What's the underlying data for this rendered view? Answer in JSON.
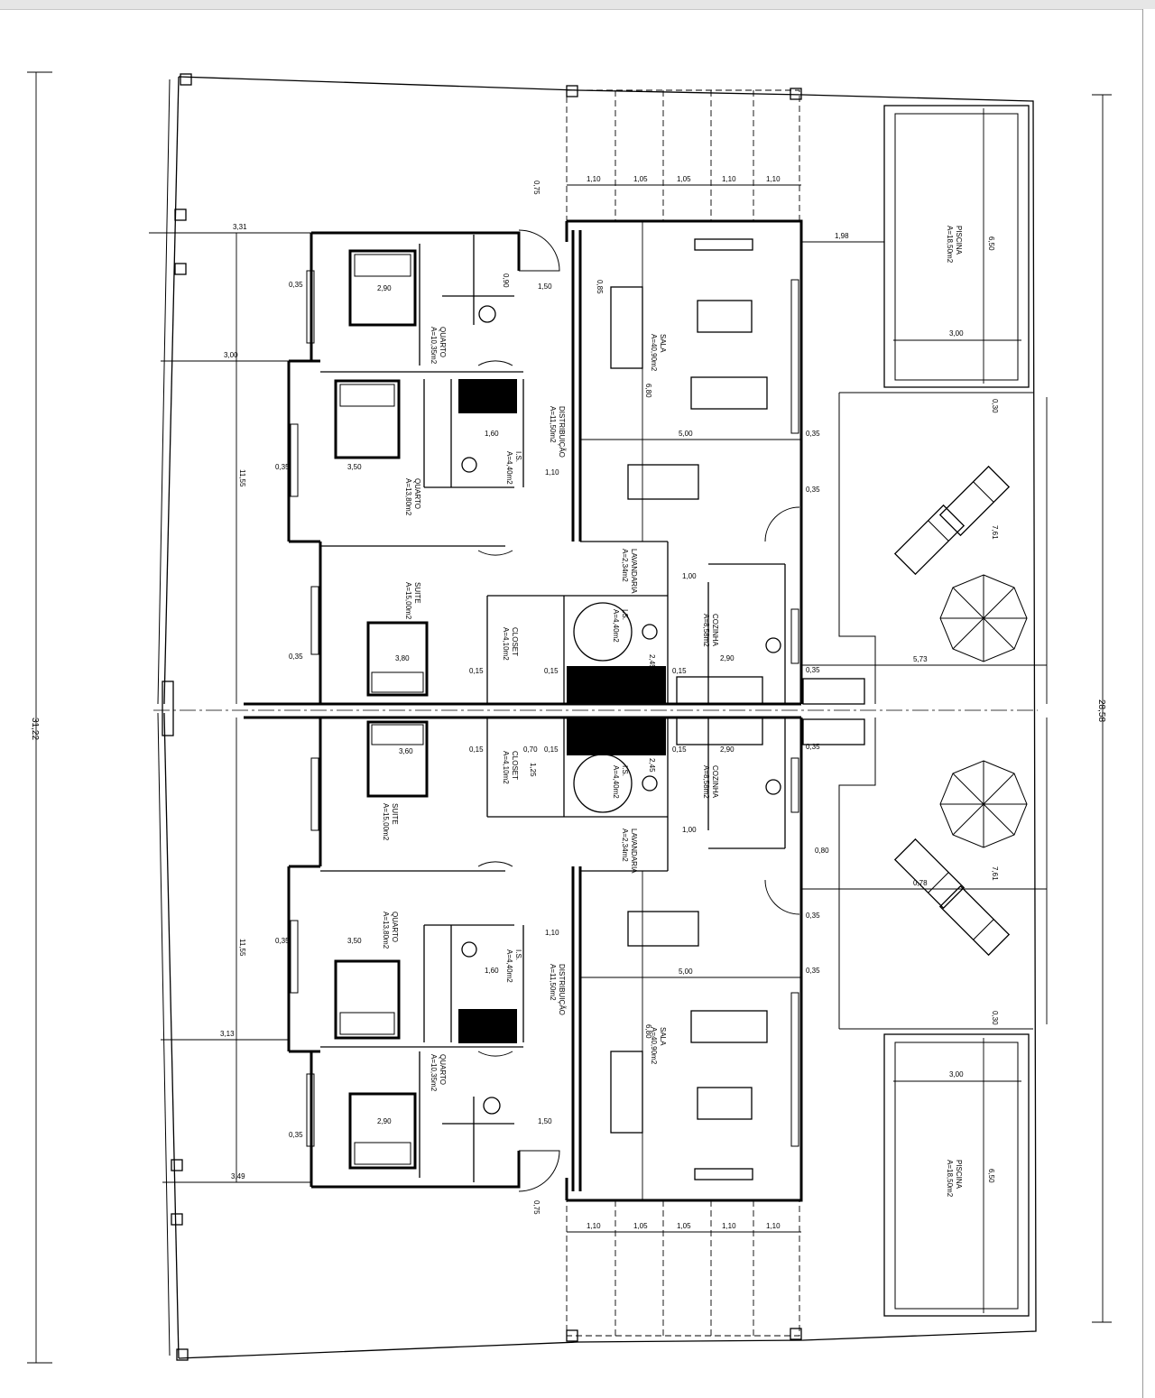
{
  "labels": {
    "sala_name": "SALA",
    "sala_area": "A=40,90m2",
    "cozinha_name": "COZINHA",
    "cozinha_area": "A=8,58m2",
    "quarto_name": "QUARTO",
    "quarto1_area": "A=10,35m2",
    "quarto2_area": "A=13,80m2",
    "suite_name": "SUITE",
    "suite_area": "A=15,00m2",
    "distribuicao_name": "DISTRIBUIÇÃO",
    "distribuicao_area": "A=11,50m2",
    "piscina_name": "PISCINA",
    "piscina_area": "A=18,50m2",
    "closet_name": "CLOSET",
    "closet_area": "A=4,10m2",
    "is_name": "I.S.",
    "is_area": "A=4,40m2",
    "lavandaria_name": "LAVANDARIA",
    "lavandaria_area": "A=2,34m2",
    "level_mark": "0,75"
  },
  "dims": {
    "overall_left": "31,22",
    "overall_right": "28,58",
    "v_11_55": "11,55",
    "h_3_31": "3,31",
    "h_3_00": "3,00",
    "h_3_13": "3,13",
    "h_3_49": "3,49",
    "d_0_35": "0,35",
    "d_0_15": "0,15",
    "d_0_70": "0,70",
    "d_1_10": "1,10",
    "d_1_05": "1,05",
    "d_1_50": "1,50",
    "d_1_60": "1,60",
    "d_1_00": "1,00",
    "d_1_98": "1,98",
    "d_2_90": "2,90",
    "d_3_50": "3,50",
    "d_3_60": "3,60",
    "d_3_00": "3,00",
    "d_3_80": "3,80",
    "d_5_00": "5,00",
    "d_5_73": "5,73",
    "d_6_80": "6,80",
    "d_6_50": "6,50",
    "d_7_61": "7,61",
    "d_0_80": "0,80",
    "d_0_90": "0,90",
    "d_0_30": "0,30",
    "d_0_85": "0,85",
    "d_1_25": "1,25",
    "d_2_45": "2,45",
    "d_0_78": "0,78"
  },
  "colors": {
    "line": "#000000",
    "paper": "#ffffff",
    "chrome": "#e6e6e6"
  }
}
